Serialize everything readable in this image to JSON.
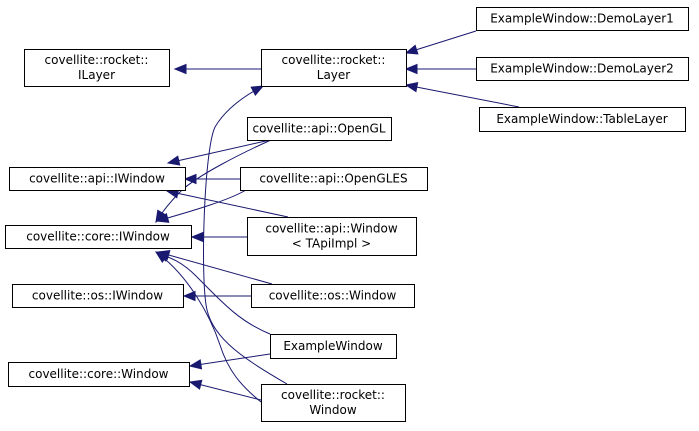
{
  "diagram": {
    "type": "class-inheritance-graph",
    "edge_color": "#191970",
    "nodes": [
      {
        "id": "rocket_ILayer",
        "lines": [
          "covellite::rocket::",
          "ILayer"
        ]
      },
      {
        "id": "rocket_Layer",
        "lines": [
          "covellite::rocket::",
          "Layer"
        ]
      },
      {
        "id": "demo1",
        "lines": [
          "ExampleWindow::DemoLayer1"
        ]
      },
      {
        "id": "demo2",
        "lines": [
          "ExampleWindow::DemoLayer2"
        ]
      },
      {
        "id": "table",
        "lines": [
          "ExampleWindow::TableLayer"
        ]
      },
      {
        "id": "api_OpenGL",
        "lines": [
          "covellite::api::OpenGL"
        ]
      },
      {
        "id": "api_IWindow",
        "lines": [
          "covellite::api::IWindow"
        ]
      },
      {
        "id": "api_OpenGLES",
        "lines": [
          "covellite::api::OpenGLES"
        ]
      },
      {
        "id": "core_IWindow",
        "lines": [
          "covellite::core::IWindow"
        ]
      },
      {
        "id": "api_Window",
        "lines": [
          "covellite::api::Window",
          "< TApiImpl >"
        ]
      },
      {
        "id": "os_IWindow",
        "lines": [
          "covellite::os::IWindow"
        ]
      },
      {
        "id": "os_Window",
        "lines": [
          "covellite::os::Window"
        ]
      },
      {
        "id": "ExampleWindow",
        "lines": [
          "ExampleWindow"
        ]
      },
      {
        "id": "core_Window",
        "lines": [
          "covellite::core::Window"
        ]
      },
      {
        "id": "rocket_Window",
        "lines": [
          "covellite::rocket::",
          "Window"
        ]
      }
    ],
    "edges": [
      {
        "from": "rocket_Layer",
        "to": "rocket_ILayer"
      },
      {
        "from": "demo1",
        "to": "rocket_Layer"
      },
      {
        "from": "demo2",
        "to": "rocket_Layer"
      },
      {
        "from": "table",
        "to": "rocket_Layer"
      },
      {
        "from": "rocket_Window",
        "to": "rocket_Layer"
      },
      {
        "from": "api_OpenGL",
        "to": "api_IWindow"
      },
      {
        "from": "api_OpenGLES",
        "to": "api_IWindow"
      },
      {
        "from": "api_Window",
        "to": "api_IWindow"
      },
      {
        "from": "api_OpenGL",
        "to": "core_IWindow"
      },
      {
        "from": "api_OpenGLES",
        "to": "core_IWindow"
      },
      {
        "from": "api_Window",
        "to": "core_IWindow"
      },
      {
        "from": "os_Window",
        "to": "core_IWindow"
      },
      {
        "from": "ExampleWindow",
        "to": "core_IWindow"
      },
      {
        "from": "rocket_Window",
        "to": "core_IWindow"
      },
      {
        "from": "os_Window",
        "to": "os_IWindow"
      },
      {
        "from": "ExampleWindow",
        "to": "core_Window"
      },
      {
        "from": "rocket_Window",
        "to": "core_Window"
      }
    ]
  }
}
